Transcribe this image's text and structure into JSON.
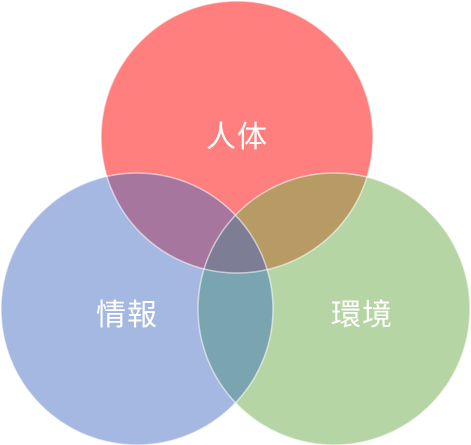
{
  "diagram": {
    "type": "venn",
    "sets": [
      {
        "label": "人体",
        "color": "#FF7F7E"
      },
      {
        "label": "情報",
        "color": "#A5B8E2"
      },
      {
        "label": "環境",
        "color": "#B6D5A5"
      }
    ],
    "intersections": {
      "top_left": "#A7769E",
      "top_right": "#B79A64",
      "bottom": "#7AA5B0",
      "center": "#7E7D96"
    }
  }
}
